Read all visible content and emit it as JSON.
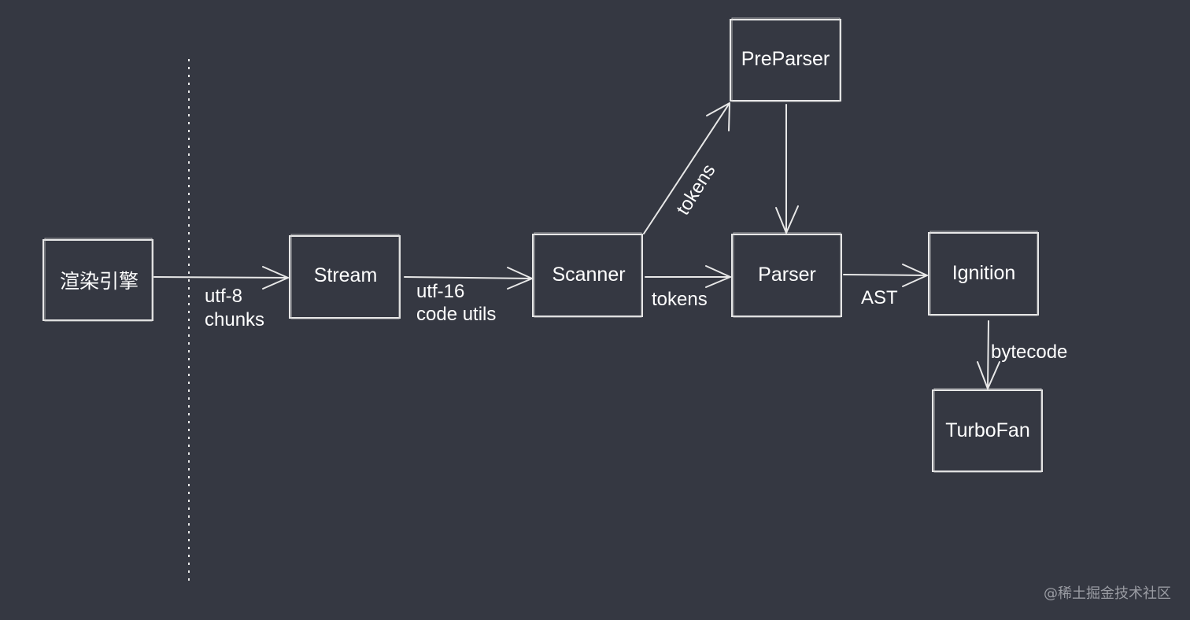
{
  "nodes": {
    "render_engine": "渲染引擎",
    "stream": "Stream",
    "scanner": "Scanner",
    "preparser": "PreParser",
    "parser": "Parser",
    "ignition": "Ignition",
    "turbofan": "TurboFan"
  },
  "edges": {
    "render_to_stream": [
      "utf-8",
      "chunks"
    ],
    "stream_to_scanner": [
      "utf-16",
      "code utils"
    ],
    "scanner_to_preparser": "tokens",
    "scanner_to_parser": "tokens",
    "parser_to_ignition": "AST",
    "ignition_to_turbofan": "bytecode"
  },
  "watermark": "@稀土掘金技术社区",
  "colors": {
    "background": "#353842",
    "stroke": "#e8e8e8",
    "text": "#ffffff"
  }
}
